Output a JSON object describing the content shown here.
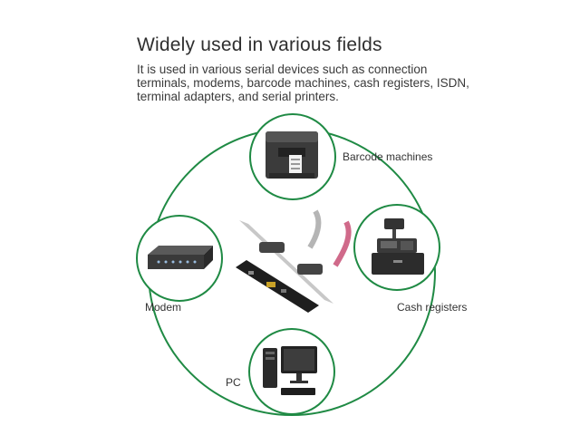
{
  "heading": "Widely used in various fields",
  "description": "It is used in various serial devices such as connection terminals, modems, barcode machines, cash registers, ISDN, terminal adapters, and serial printers.",
  "devices": [
    {
      "label": "Barcode machines",
      "icon": "barcode-printer-icon"
    },
    {
      "label": "Cash registers",
      "icon": "cash-register-icon"
    },
    {
      "label": "PC",
      "icon": "desktop-pc-icon"
    },
    {
      "label": "Modem",
      "icon": "modem-icon"
    }
  ],
  "center_icon": "serial-expansion-card",
  "colors": {
    "ring": "#1f8a44",
    "text": "#333333"
  }
}
